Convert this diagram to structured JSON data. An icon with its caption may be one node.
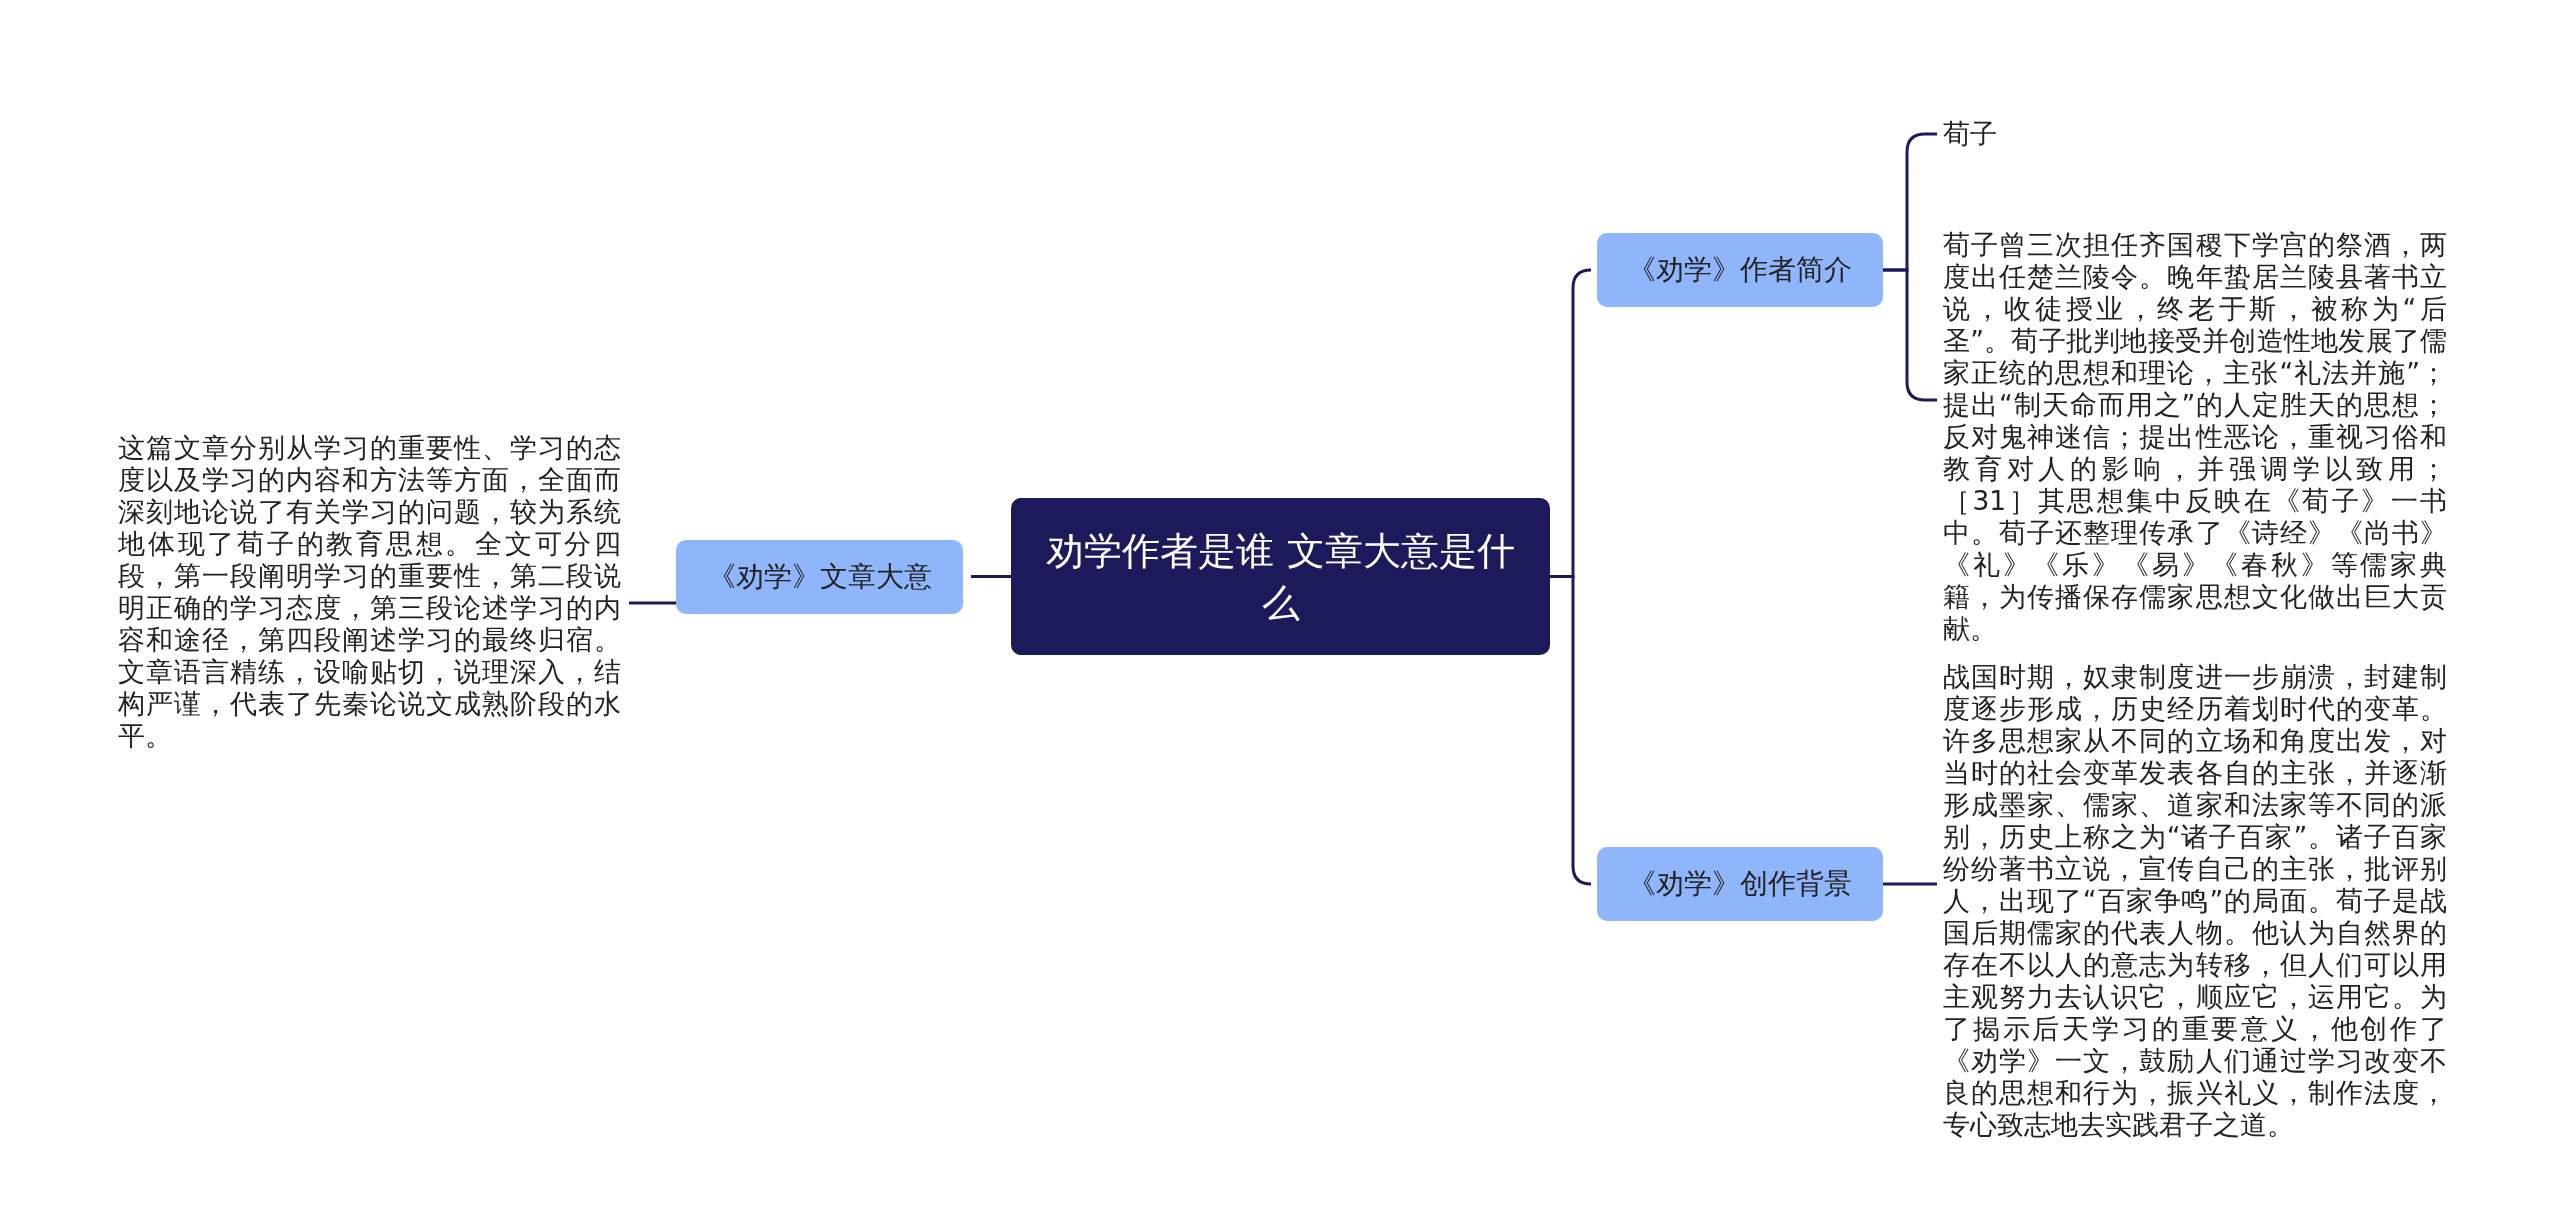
{
  "diagram": {
    "nodes": [
      {
        "text": [
          "劝学作者是谁 文章大意是什么"
        ]
      },
      {
        "text": [
          "《劝学》文章大意"
        ]
      },
      {
        "text": [
          "这篇文章分别从学习的重要性、学习的态度以及学习的内容和方法等方面，全面而深刻地论说了有关学习的问题，较为系统地体现了荀子的教育思想。全文可分四段，第一段阐明学习的重要性，第二段说明正确的学习态度，第三段论述学习的内容和途径，第四段阐述学习的最终归宿。文章语言精练，设喻贴切，说理深入，结构严谨，代表了先秦论说文成熟阶段的水平。"
        ]
      },
      {
        "text": [
          "《劝学》作者简介"
        ]
      },
      {
        "text": [
          "荀子"
        ]
      },
      {
        "text": [
          "荀子曾三次担任齐国稷下学宫的祭酒，两度出任楚兰陵令。晚年蛰居兰陵县著书立说，收徒授业，终老于斯，被称为“后圣”。荀子批判地接受并创造性地发展了儒家正统的思想和理论，主张“礼法并施”；提出“制天命而用之”的人定胜天的思想；反对鬼神迷信；提出性恶论，重视习俗和教育对人的影响，并强调学以致用；［31］其思想集中反映在《荀子》一书中。荀子还整理传承了《诗经》《尚书》《礼》《乐》《易》《春秋》等儒家典籍，为传播保存儒家思想文化做出巨大贡献。"
        ]
      },
      {
        "text": [
          "《劝学》创作背景"
        ]
      },
      {
        "text": [
          "战国时期，奴隶制度进一步崩溃，封建制度逐步形成，历史经历着划时代的变革。许多思想家从不同的立场和角度出发，对当时的社会变革发表各自的主张，并逐渐形成墨家、儒家、道家和法家等不同的派别，历史上称之为“诸子百家”。诸子百家纷纷著书立说，宣传自己的主张，批评别人，出现了“百家争鸣”的局面。荀子是战国后期儒家的代表人物。他认为自然界的存在不以人的意志为转移，但人们可以用主观努力去认识它，顺应它，运用它。为了揭示后天学习的重要意义，他创作了《劝学》一文，鼓励人们通过学习改变不良的思想和行为，振兴礼义，制作法度，专心致志地去实践君子之道。"
        ]
      }
    ],
    "edges": [
      {
        "from": 0,
        "to": 1,
        "arrow": "none"
      },
      {
        "from": 1,
        "to": 2,
        "arrow": "none"
      },
      {
        "from": 0,
        "to": 3,
        "arrow": "none"
      },
      {
        "from": 3,
        "to": 4,
        "arrow": "none"
      },
      {
        "from": 3,
        "to": 5,
        "arrow": "none"
      },
      {
        "from": 0,
        "to": 6,
        "arrow": "none"
      },
      {
        "from": 6,
        "to": 7,
        "arrow": "none"
      }
    ]
  }
}
